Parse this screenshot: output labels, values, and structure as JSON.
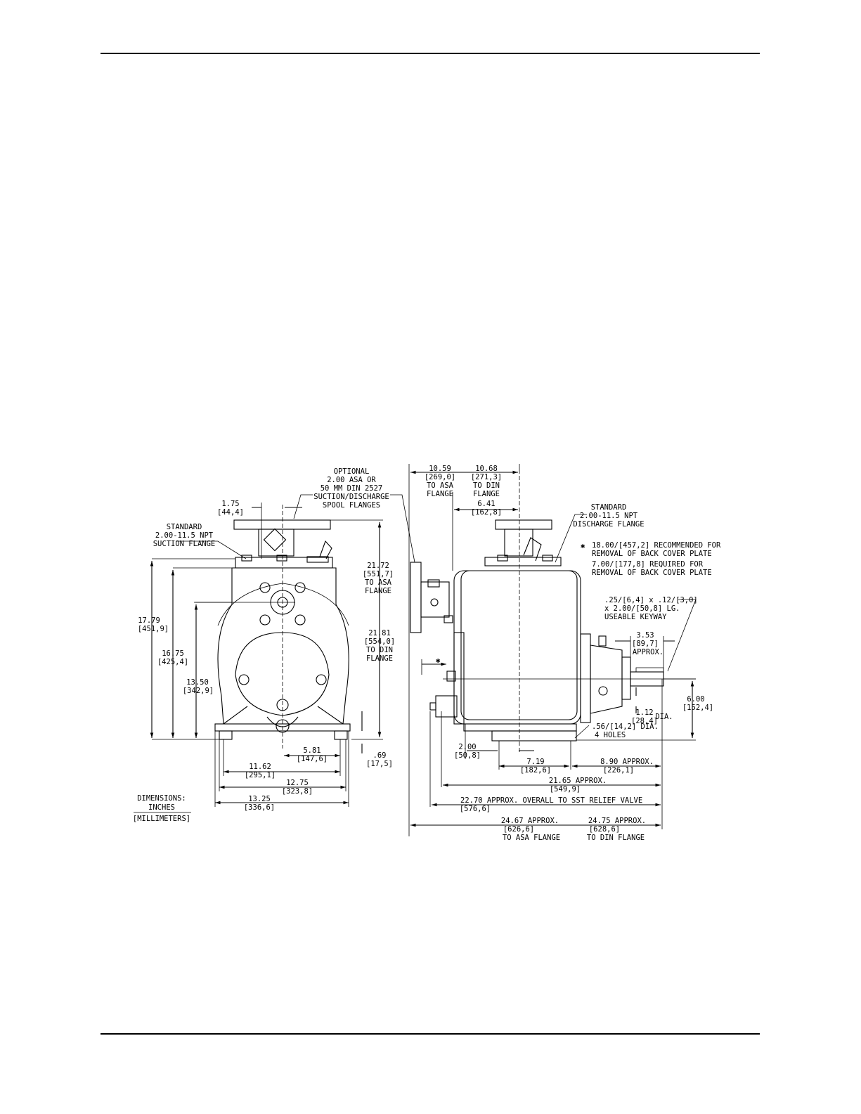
{
  "labels": {
    "optional": [
      "OPTIONAL",
      "2.00 ASA OR",
      "50 MM DIN 2527",
      "SUCTION/DISCHARGE",
      "SPOOL FLANGES"
    ],
    "suction": [
      "STANDARD",
      "2.00-11.5 NPT",
      "SUCTION FLANGE"
    ],
    "discharge": [
      "STANDARD",
      "2.00-11.5 NPT",
      "DISCHARGE FLANGE"
    ],
    "note_star": "18.00/[457,2] RECOMMENDED FOR",
    "note_star_2": "REMOVAL OF BACK COVER PLATE",
    "note_req": "7.00/[177,8] REQUIRED FOR",
    "note_req_2": "REMOVAL OF BACK COVER PLATE",
    "keyway": [
      ".25/[6,4] x .12/[3,0]",
      "x 2.00/[50,8] LG.",
      "USEABLE KEYWAY"
    ],
    "legend": [
      "DIMENSIONS:",
      "INCHES",
      "[MILLIMETERS]"
    ],
    "star": "✱"
  },
  "dims": {
    "d1_75": [
      "1.75",
      "[44,4]"
    ],
    "d17_79": [
      "17.79",
      "[451,9]"
    ],
    "d16_75": [
      "16.75",
      "[425,4]"
    ],
    "d13_50": [
      "13.50",
      "[342,9]"
    ],
    "d21_72": [
      "21.72",
      "[551,7]",
      "TO ASA",
      "FLANGE"
    ],
    "d21_81": [
      "21.81",
      "[554,0]",
      "TO DIN",
      "FLANGE"
    ],
    "d5_81": [
      "5.81",
      "[147,6]"
    ],
    "d0_69": [
      ".69",
      "[17,5]"
    ],
    "d11_62": [
      "11.62",
      "[295,1]"
    ],
    "d12_75": [
      "12.75",
      "[323,8]"
    ],
    "d13_25": [
      "13.25",
      "[336,6]"
    ],
    "d10_59": [
      "10.59",
      "[269,0]",
      "TO ASA",
      "FLANGE"
    ],
    "d10_68": [
      "10.68",
      "[271,3]",
      "TO DIN",
      "FLANGE"
    ],
    "d6_41": [
      "6.41",
      "[162,8]"
    ],
    "d3_53": [
      "3.53",
      "[89,7]",
      "APPROX."
    ],
    "d6_00": [
      "6.00",
      "[152,4]"
    ],
    "d1_12": [
      "1.12",
      "[28,4]",
      "DIA."
    ],
    "d0_56": [
      ".56/[14,2] DIA.",
      "4 HOLES"
    ],
    "d2_00": [
      "2.00",
      "[50,8]"
    ],
    "d7_19": [
      "7.19",
      "[182,6]"
    ],
    "d8_90": [
      "8.90 APPROX.",
      "[226,1]"
    ],
    "d21_65": [
      "21.65 APPROX.",
      "[549,9]"
    ],
    "d22_70": [
      "22.70 APPROX. OVERALL TO SST RELIEF VALVE",
      "[576,6]"
    ],
    "d24_67": [
      "24.67 APPROX.",
      "[626,6]",
      "TO ASA FLANGE"
    ],
    "d24_75": [
      "24.75 APPROX.",
      "[628,6]",
      "TO DIN FLANGE"
    ]
  }
}
